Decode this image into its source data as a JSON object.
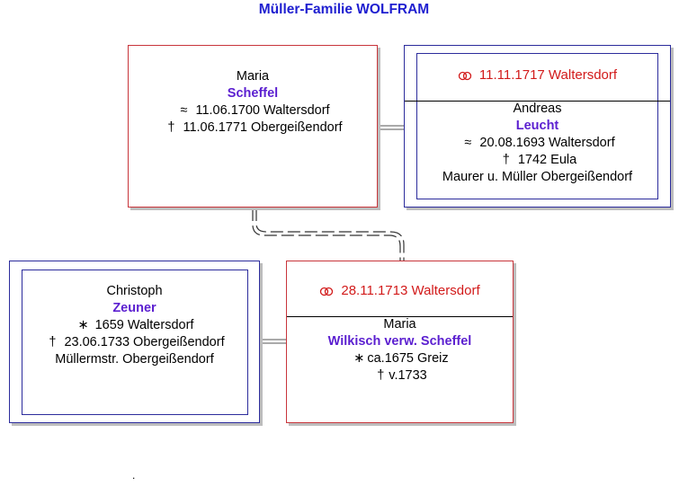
{
  "title": "Müller-Familie WOLFRAM",
  "top_left_person": {
    "first_name": "Maria",
    "surname": "Scheffel",
    "baptism_symbol": "≈",
    "baptism": "11.06.1700 Waltersdorf",
    "death_symbol": "†",
    "death": "11.06.1771 Obergeißendorf"
  },
  "top_right_marriage": {
    "marriage_text": "11.11.1717 Waltersdorf",
    "first_name": "Andreas",
    "surname": "Leucht",
    "baptism_symbol": "≈",
    "baptism": "20.08.1693 Waltersdorf",
    "death_symbol": "†",
    "death": "1742 Eula",
    "occupation": "Maurer u. Müller Obergeißendorf"
  },
  "bottom_left_person": {
    "first_name": "Christoph",
    "surname": "Zeuner",
    "birth_symbol": "∗",
    "birth": "1659 Waltersdorf",
    "death_symbol": "†",
    "death": "23.06.1733 Obergeißendorf",
    "occupation": "Müllermstr. Obergeißendorf"
  },
  "bottom_right_marriage": {
    "marriage_text": "28.11.1713 Waltersdorf",
    "first_name": "Maria",
    "surname": "Wilkisch verw. Scheffel",
    "birth_symbol": "∗",
    "birth": "ca.1675 Greiz",
    "death_symbol": "†",
    "death": "v.1733"
  },
  "footer_mark": ".",
  "colors": {
    "title": "#1f1fd0",
    "surname": "#5b1fd0",
    "marriage": "#d21a1a",
    "red_border": "#c8353b",
    "blue_border": "#2c2c9c"
  },
  "icons": {
    "marriage": "rings-icon"
  }
}
